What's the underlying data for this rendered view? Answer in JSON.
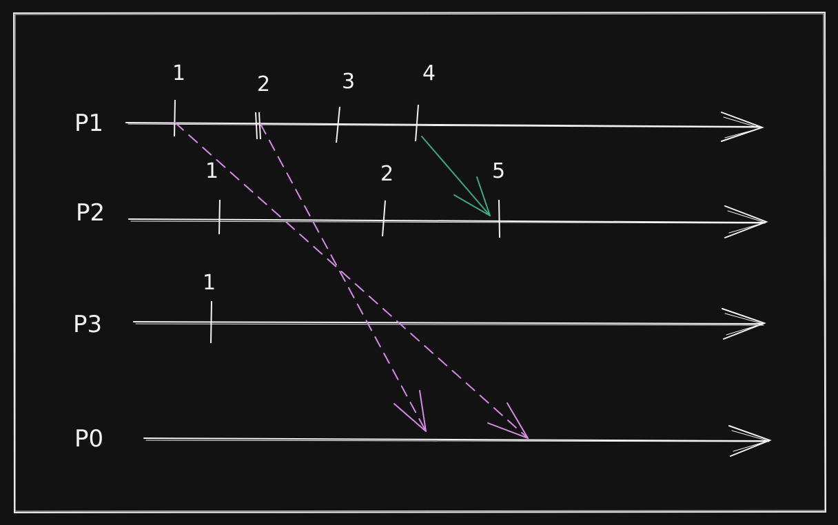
{
  "processes": [
    {
      "id": "p1",
      "label": "P1",
      "events": [
        "1",
        "2",
        "3",
        "4"
      ]
    },
    {
      "id": "p2",
      "label": "P2",
      "events": [
        "1",
        "2",
        "5"
      ]
    },
    {
      "id": "p3",
      "label": "P3",
      "events": [
        "1"
      ]
    },
    {
      "id": "p0",
      "label": "P0",
      "events": []
    }
  ],
  "messages": [
    {
      "from": "P1 event 1",
      "to": "P0",
      "style": "dashed",
      "color": "#d88be8"
    },
    {
      "from": "P1 event 2",
      "to": "P0",
      "style": "dashed",
      "color": "#d88be8"
    },
    {
      "from": "P1 event 4",
      "to": "P2 event 5",
      "style": "solid",
      "color": "#3fa882"
    }
  ],
  "colors": {
    "background": "#121212",
    "foreground": "#f2f2f2",
    "dashed_message": "#d88be8",
    "solid_message": "#3fa882"
  }
}
